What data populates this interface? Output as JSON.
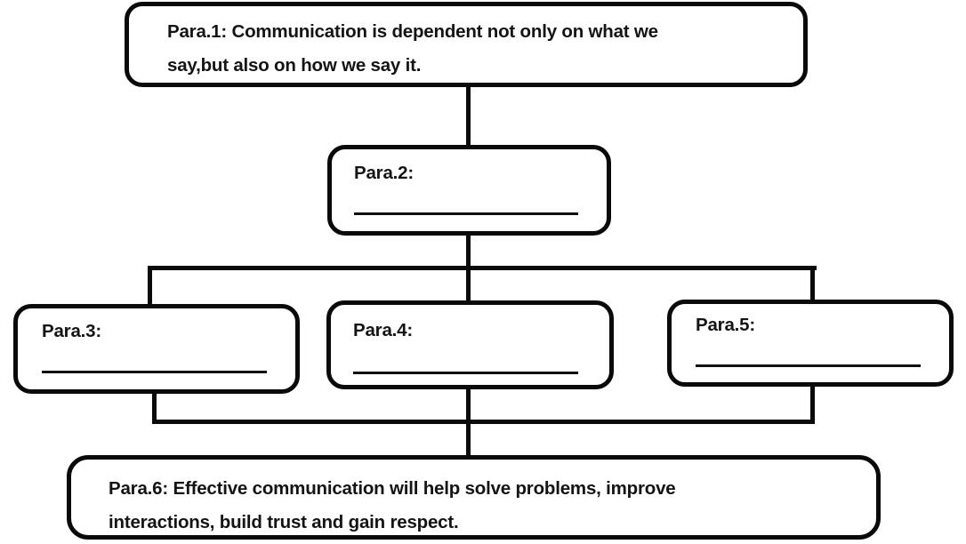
{
  "diagram": {
    "title": "Paragraph structure flowchart (fill-in worksheet)",
    "colors": {
      "background": "#ffffff",
      "line": "#0a0a0a",
      "text": "#141414"
    },
    "boxes": {
      "para1": {
        "lines": [
          "Para.1: Communication is dependent not only on what we",
          "say,but also on how we say it."
        ]
      },
      "para2": {
        "label": "Para.2:",
        "blank": true
      },
      "para3": {
        "label": "Para.3:",
        "blank": true
      },
      "para4": {
        "label": "Para.4:",
        "blank": true
      },
      "para5": {
        "label": "Para.5:",
        "blank": true
      },
      "para6": {
        "lines": [
          "Para.6: Effective communication will help solve problems, improve",
          "interactions, build trust and gain respect."
        ]
      }
    },
    "structure": {
      "root": "para1",
      "edges": [
        [
          "para1",
          "para2"
        ],
        [
          "para2",
          "para3"
        ],
        [
          "para2",
          "para4"
        ],
        [
          "para2",
          "para5"
        ],
        [
          "para3",
          "para6"
        ],
        [
          "para4",
          "para6"
        ],
        [
          "para5",
          "para6"
        ]
      ]
    }
  }
}
